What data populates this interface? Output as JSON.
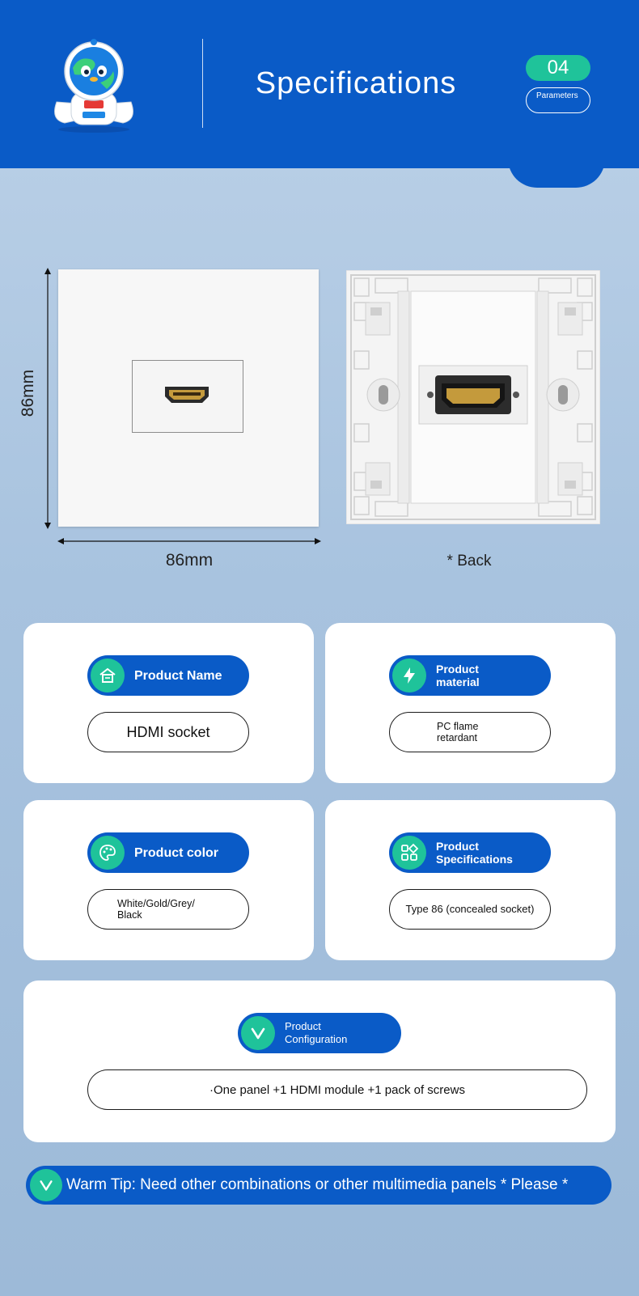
{
  "header": {
    "title": "Specifications",
    "section_number": "04",
    "section_label": "Parameters",
    "background_color": "#0a5bc7",
    "accent_color": "#1fc39a"
  },
  "dimensions": {
    "width_label": "86mm",
    "height_label": "86mm",
    "back_caption": "* Back"
  },
  "specs": [
    {
      "label": "Product Name",
      "value": "HDMI socket",
      "icon": "house-icon"
    },
    {
      "label": "Product material",
      "value": "PC flame retardant",
      "icon": "lightning-icon"
    },
    {
      "label": "Product color",
      "value": "White/Gold/Grey/ Black",
      "icon": "palette-icon"
    },
    {
      "label": "Product Specifications",
      "value": "Type 86 (concealed socket)",
      "icon": "grid-shapes-icon"
    }
  ],
  "configuration": {
    "label": "Product Configuration",
    "value": "·One panel +1 HDMI module +1 pack of screws",
    "icon": "check-v-icon"
  },
  "warm_tip": {
    "text": "Warm Tip: Need other combinations or other multimedia panels * Please *",
    "icon": "check-v-icon"
  }
}
